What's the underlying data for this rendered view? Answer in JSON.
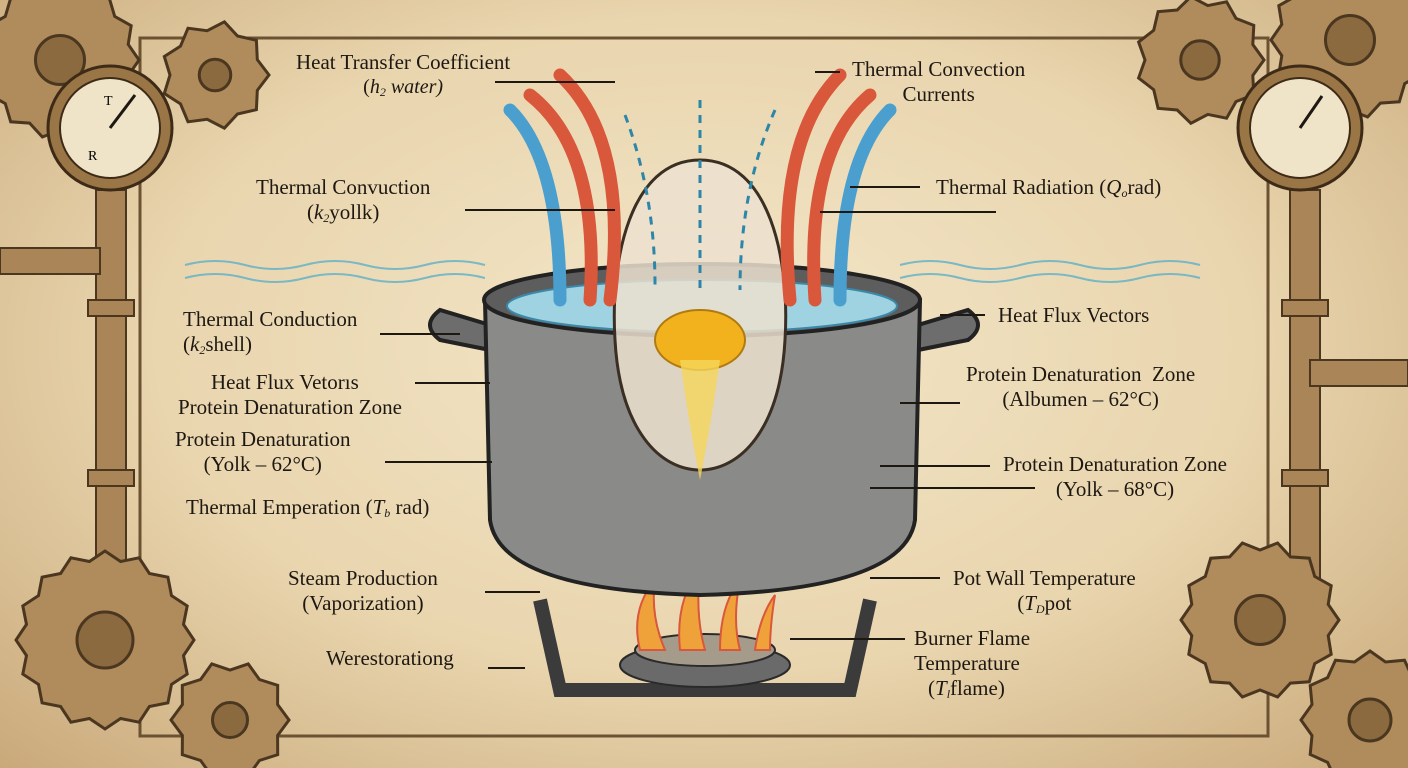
{
  "labels": {
    "heat_transfer": {
      "line1": "Heat Transfer Coefficient",
      "pre": "(",
      "var": "h",
      "sub": "2",
      "post": " water)"
    },
    "convection_currents": {
      "line1": "Thermal Convection",
      "line2": "Currents"
    },
    "thermal_convuction": {
      "line1": "Thermal Convuction",
      "pre": "(",
      "var": "k",
      "sub": "2",
      "post": "yollk)"
    },
    "thermal_radiation": {
      "pre": "Thermal Radiation (",
      "var": "Q",
      "sub": "o",
      "post": "rad)"
    },
    "thermal_conduction": {
      "line1": "Thermal Conduction",
      "pre": "(",
      "var": "k",
      "sub": "2",
      "post": "shell)"
    },
    "heat_flux_left": {
      "text": "Heat Flux Vetorıs"
    },
    "heat_flux_right": {
      "text": "Heat Flux Vectors"
    },
    "protein_zone_left": {
      "text": "Protein Denaturation Zone"
    },
    "protein_yolk_left": {
      "line1": "Protein Denaturation",
      "line2": "(Yolk – 62°C)"
    },
    "protein_albumen_right": {
      "line1": "Protein Denaturation  Zone",
      "line2": "(Albumen – 62°C)"
    },
    "protein_yolk_right": {
      "line1": "Protein Denaturation Zone",
      "line2": "(Yolk – 68°C)"
    },
    "thermal_emperation": {
      "pre": "Thermal Emperation (",
      "var": "T",
      "sub": "b",
      "post": " rad)"
    },
    "steam_production": {
      "line1": "Steam Production",
      "line2": "(Vaporization)"
    },
    "werestorationg": {
      "text": "Werestorationg"
    },
    "pot_wall": {
      "line1": "Pot Wall Temperature",
      "pre": "(",
      "var": "T",
      "sub": "D",
      "post": "pot"
    },
    "burner_flame": {
      "line1": "Burner Flame",
      "line2": "Temperature",
      "pre": "(",
      "var": "T",
      "sub": "l",
      "post": "flame)"
    }
  },
  "gauges": {
    "left_marks": [
      "T",
      "R"
    ]
  },
  "colors": {
    "hot": "#d9573a",
    "cold": "#4a9fcf",
    "ink": "#1d1812",
    "brass": "#8a6a3e"
  }
}
